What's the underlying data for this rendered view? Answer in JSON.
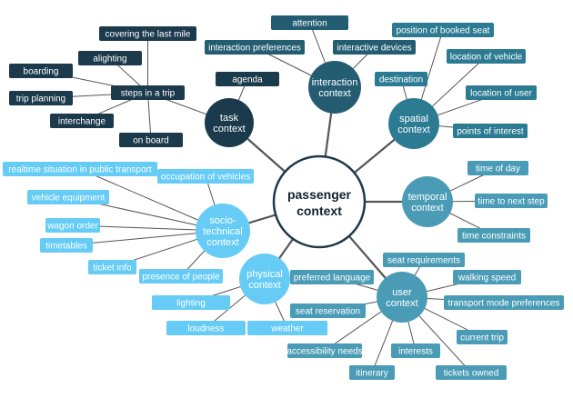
{
  "colors": {
    "line": "#555555",
    "center_fill": "#ffffff",
    "center_stroke": "#1d3a4a",
    "center_text": "#0f2430",
    "task": "#1b3a4b",
    "interaction": "#245d72",
    "spatial": "#2c7b93",
    "temporal": "#4a9cb6",
    "user": "#4a9cb6",
    "socio": "#66ccf5",
    "physical": "#66ccf5",
    "steps": "#1b3a4b",
    "light_text": "#ffffff"
  },
  "center": {
    "line1": "passenger",
    "line2": "context"
  },
  "hubs": {
    "task": {
      "line1": "task",
      "line2": "context",
      "line3": ""
    },
    "interaction": {
      "line1": "interaction",
      "line2": "context",
      "line3": ""
    },
    "spatial": {
      "line1": "spatial",
      "line2": "context",
      "line3": ""
    },
    "temporal": {
      "line1": "temporal",
      "line2": "context",
      "line3": ""
    },
    "user": {
      "line1": "user",
      "line2": "context",
      "line3": ""
    },
    "physical": {
      "line1": "physical",
      "line2": "context",
      "line3": ""
    },
    "socio": {
      "line1": "socio-",
      "line2": "technical",
      "line3": "context"
    }
  },
  "labels": {
    "steps_in_a_trip": "steps in a trip",
    "covering_last_mile": "covering the last mile",
    "alighting": "alighting",
    "boarding": "boarding",
    "trip_planning": "trip planning",
    "interchange": "interchange",
    "on_board": "on board",
    "agenda": "agenda",
    "attention": "attention",
    "interaction_preferences": "interaction preferences",
    "interactive_devices": "interactive devices",
    "position_of_booked_seat": "position of booked seat",
    "destination": "destination",
    "location_of_vehicle": "location of vehicle",
    "location_of_user": "location of user",
    "points_of_interest": "points of interest",
    "time_of_day": "time of day",
    "time_to_next_step": "time to next step",
    "time_constraints": "time constraints",
    "seat_requirements": "seat requirements",
    "walking_speed": "walking speed",
    "transport_mode_preferences": "transport mode preferences",
    "current_trip": "current trip",
    "tickets_owned": "tickets owned",
    "interests": "interests",
    "itinerary": "itinerary",
    "accessibility_needs": "accessibility needs",
    "seat_reservation": "seat reservation",
    "preferred_language": "preferred language",
    "weather": "weather",
    "loudness": "loudness",
    "lighting": "lighting",
    "presence_of_people": "presence of people",
    "realtime_situation": "realtime situation in public transport",
    "occupation_of_vehicles": "occupation of vehicles",
    "vehicle_equipment": "vehicle equipment",
    "wagon_order": "wagon order",
    "timetables": "timetables",
    "ticket_info": "ticket info"
  }
}
